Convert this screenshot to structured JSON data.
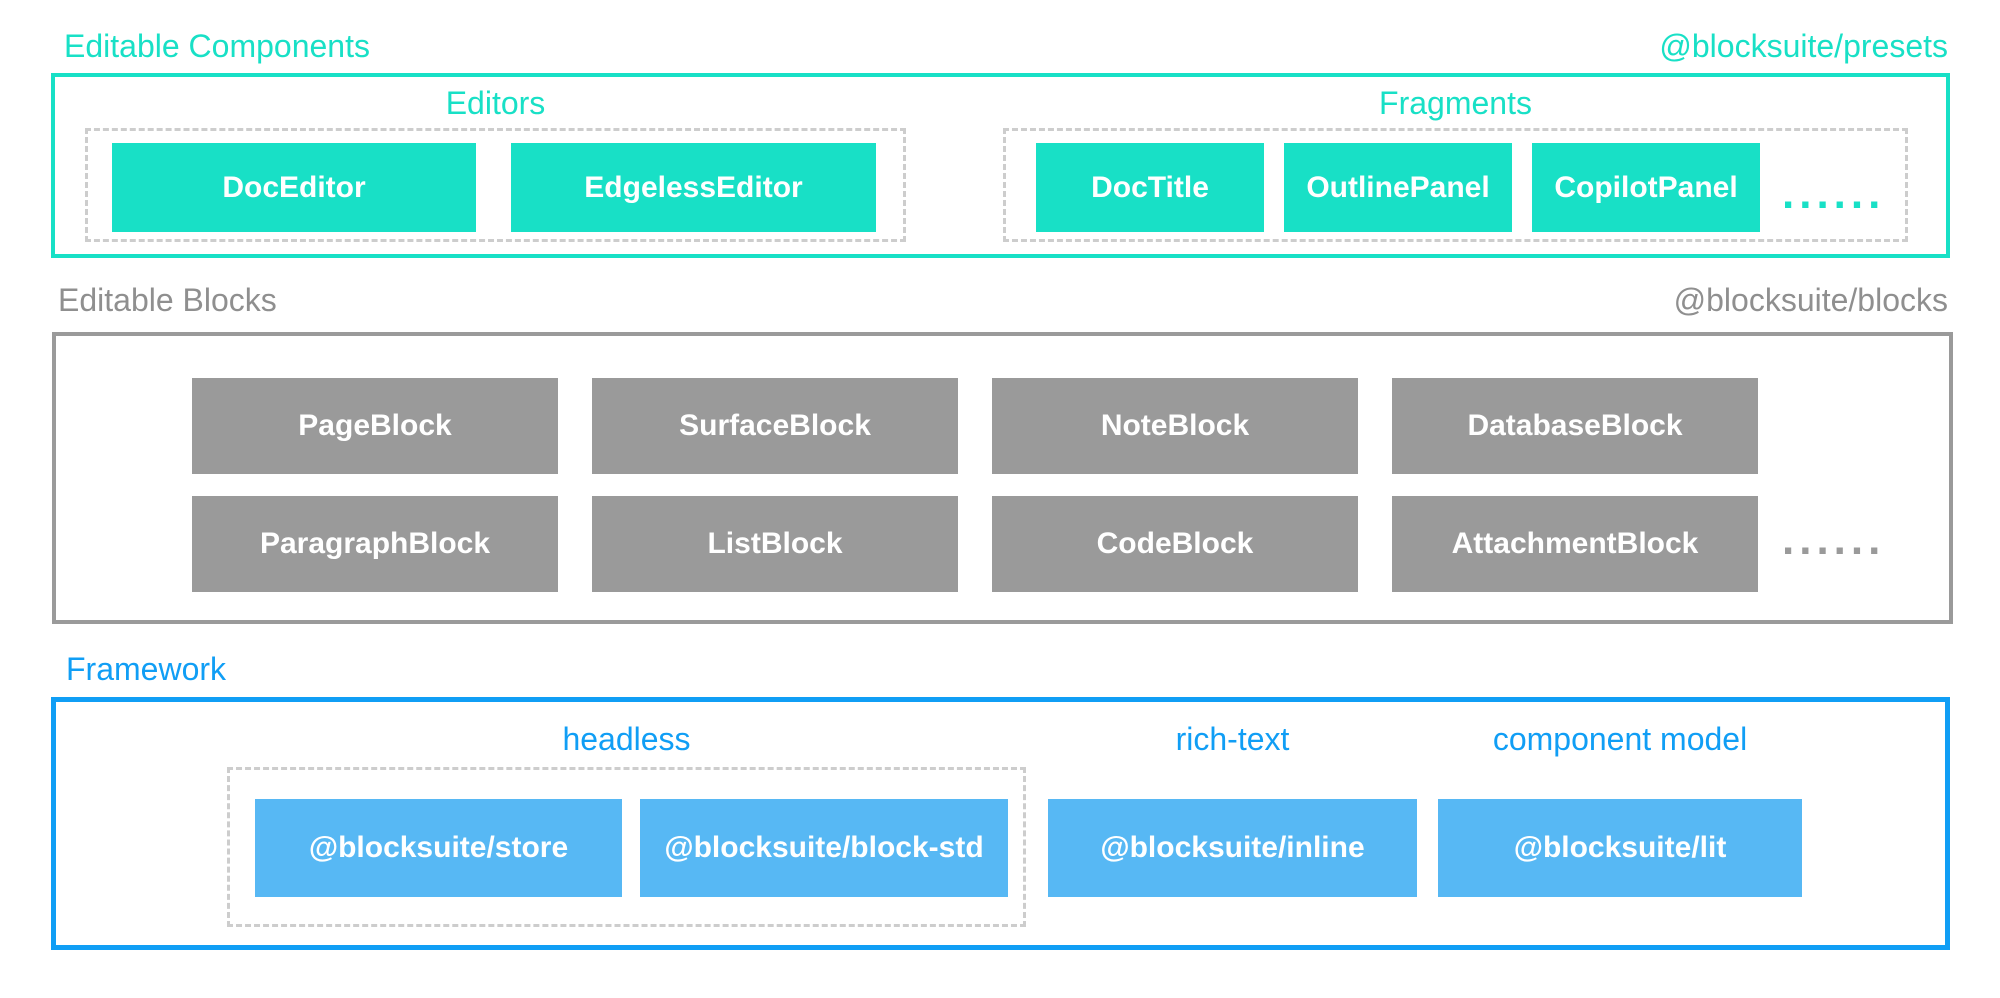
{
  "colors": {
    "teal": "#18E0C6",
    "gray_box": "#9A9A9A",
    "gray_text": "#8F8F8F",
    "blue_border": "#109EF5",
    "blue_fill": "#57B8F4",
    "dashed_border": "#CDCDCD",
    "box_text": "#FFFFFF"
  },
  "sections": {
    "components": {
      "title": "Editable Components",
      "package": "@blocksuite/presets",
      "editors": {
        "label": "Editors",
        "items": [
          "DocEditor",
          "EdgelessEditor"
        ]
      },
      "fragments": {
        "label": "Fragments",
        "items": [
          "DocTitle",
          "OutlinePanel",
          "CopilotPanel"
        ],
        "more": "......"
      }
    },
    "blocks": {
      "title": "Editable Blocks",
      "package": "@blocksuite/blocks",
      "row1": [
        "PageBlock",
        "SurfaceBlock",
        "NoteBlock",
        "DatabaseBlock"
      ],
      "row2": [
        "ParagraphBlock",
        "ListBlock",
        "CodeBlock",
        "AttachmentBlock"
      ],
      "more": "......"
    },
    "framework": {
      "title": "Framework",
      "headless": {
        "label": "headless",
        "items": [
          "@blocksuite/store",
          "@blocksuite/block-std"
        ]
      },
      "richtext": {
        "label": "rich-text",
        "item": "@blocksuite/inline"
      },
      "component_model": {
        "label": "component model",
        "item": "@blocksuite/lit"
      }
    }
  }
}
